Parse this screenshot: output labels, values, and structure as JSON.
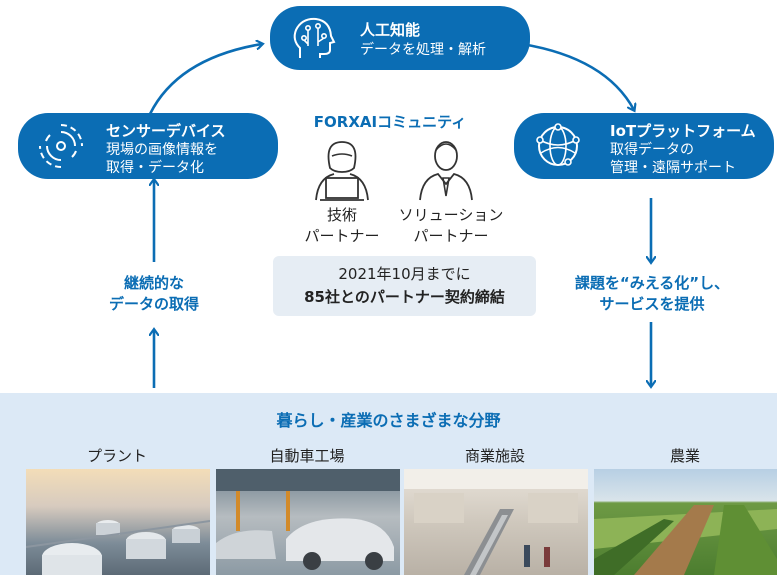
{
  "top_node": {
    "title": "人工知能",
    "subtitle": "データを処理・解析",
    "icon": "ai-head-icon"
  },
  "left_node": {
    "title": "センサーデバイス",
    "line2": "現場の画像情報を",
    "line3": "取得・データ化",
    "icon": "sensor-icon"
  },
  "right_node": {
    "title": "IoTプラットフォーム",
    "line2": "取得データの",
    "line3": "管理・遠隔サポート",
    "icon": "globe-network-icon"
  },
  "community": {
    "title": "FORXAIコミュニティ",
    "tech_partner": {
      "line1": "技術",
      "line2": "パートナー",
      "icon": "woman-laptop-icon"
    },
    "solution_partner": {
      "line1": "ソリューション",
      "line2": "パートナー",
      "icon": "businessman-icon"
    },
    "stat_line1": "2021年10月までに",
    "stat_line2": "85社とのパートナー契約締結"
  },
  "left_flow": {
    "line1": "継続的な",
    "line2": "データの取得"
  },
  "right_flow": {
    "line1": "課題を“みえる化”し、",
    "line2": "サービスを提供"
  },
  "fields": {
    "title": "暮らし・産業のさまざまな分野",
    "categories": [
      "プラント",
      "自動車工場",
      "商業施設",
      "農業"
    ]
  },
  "colors": {
    "primary": "#0b6db4",
    "band": "#dce9f6",
    "stat_box": "#e6edf4"
  }
}
